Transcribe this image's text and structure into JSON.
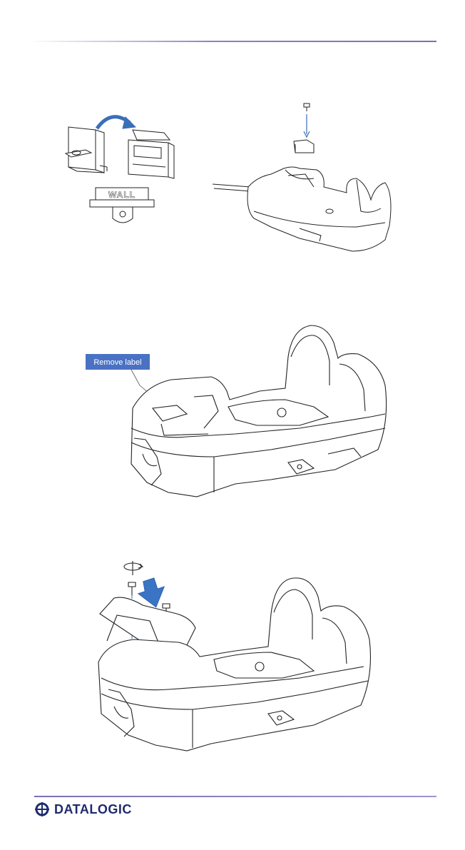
{
  "page": {
    "number": ""
  },
  "figure1": {
    "bracket_text": "WALL"
  },
  "figure2": {
    "callout_label": "Remove label"
  },
  "footer": {
    "brand": "DATALOGIC",
    "brand_color": "#1f2b6e"
  },
  "colors": {
    "accent_rule": "#7a70b4",
    "callout_bg": "#4a72c4",
    "arrow_blue": "#3a74c4"
  }
}
